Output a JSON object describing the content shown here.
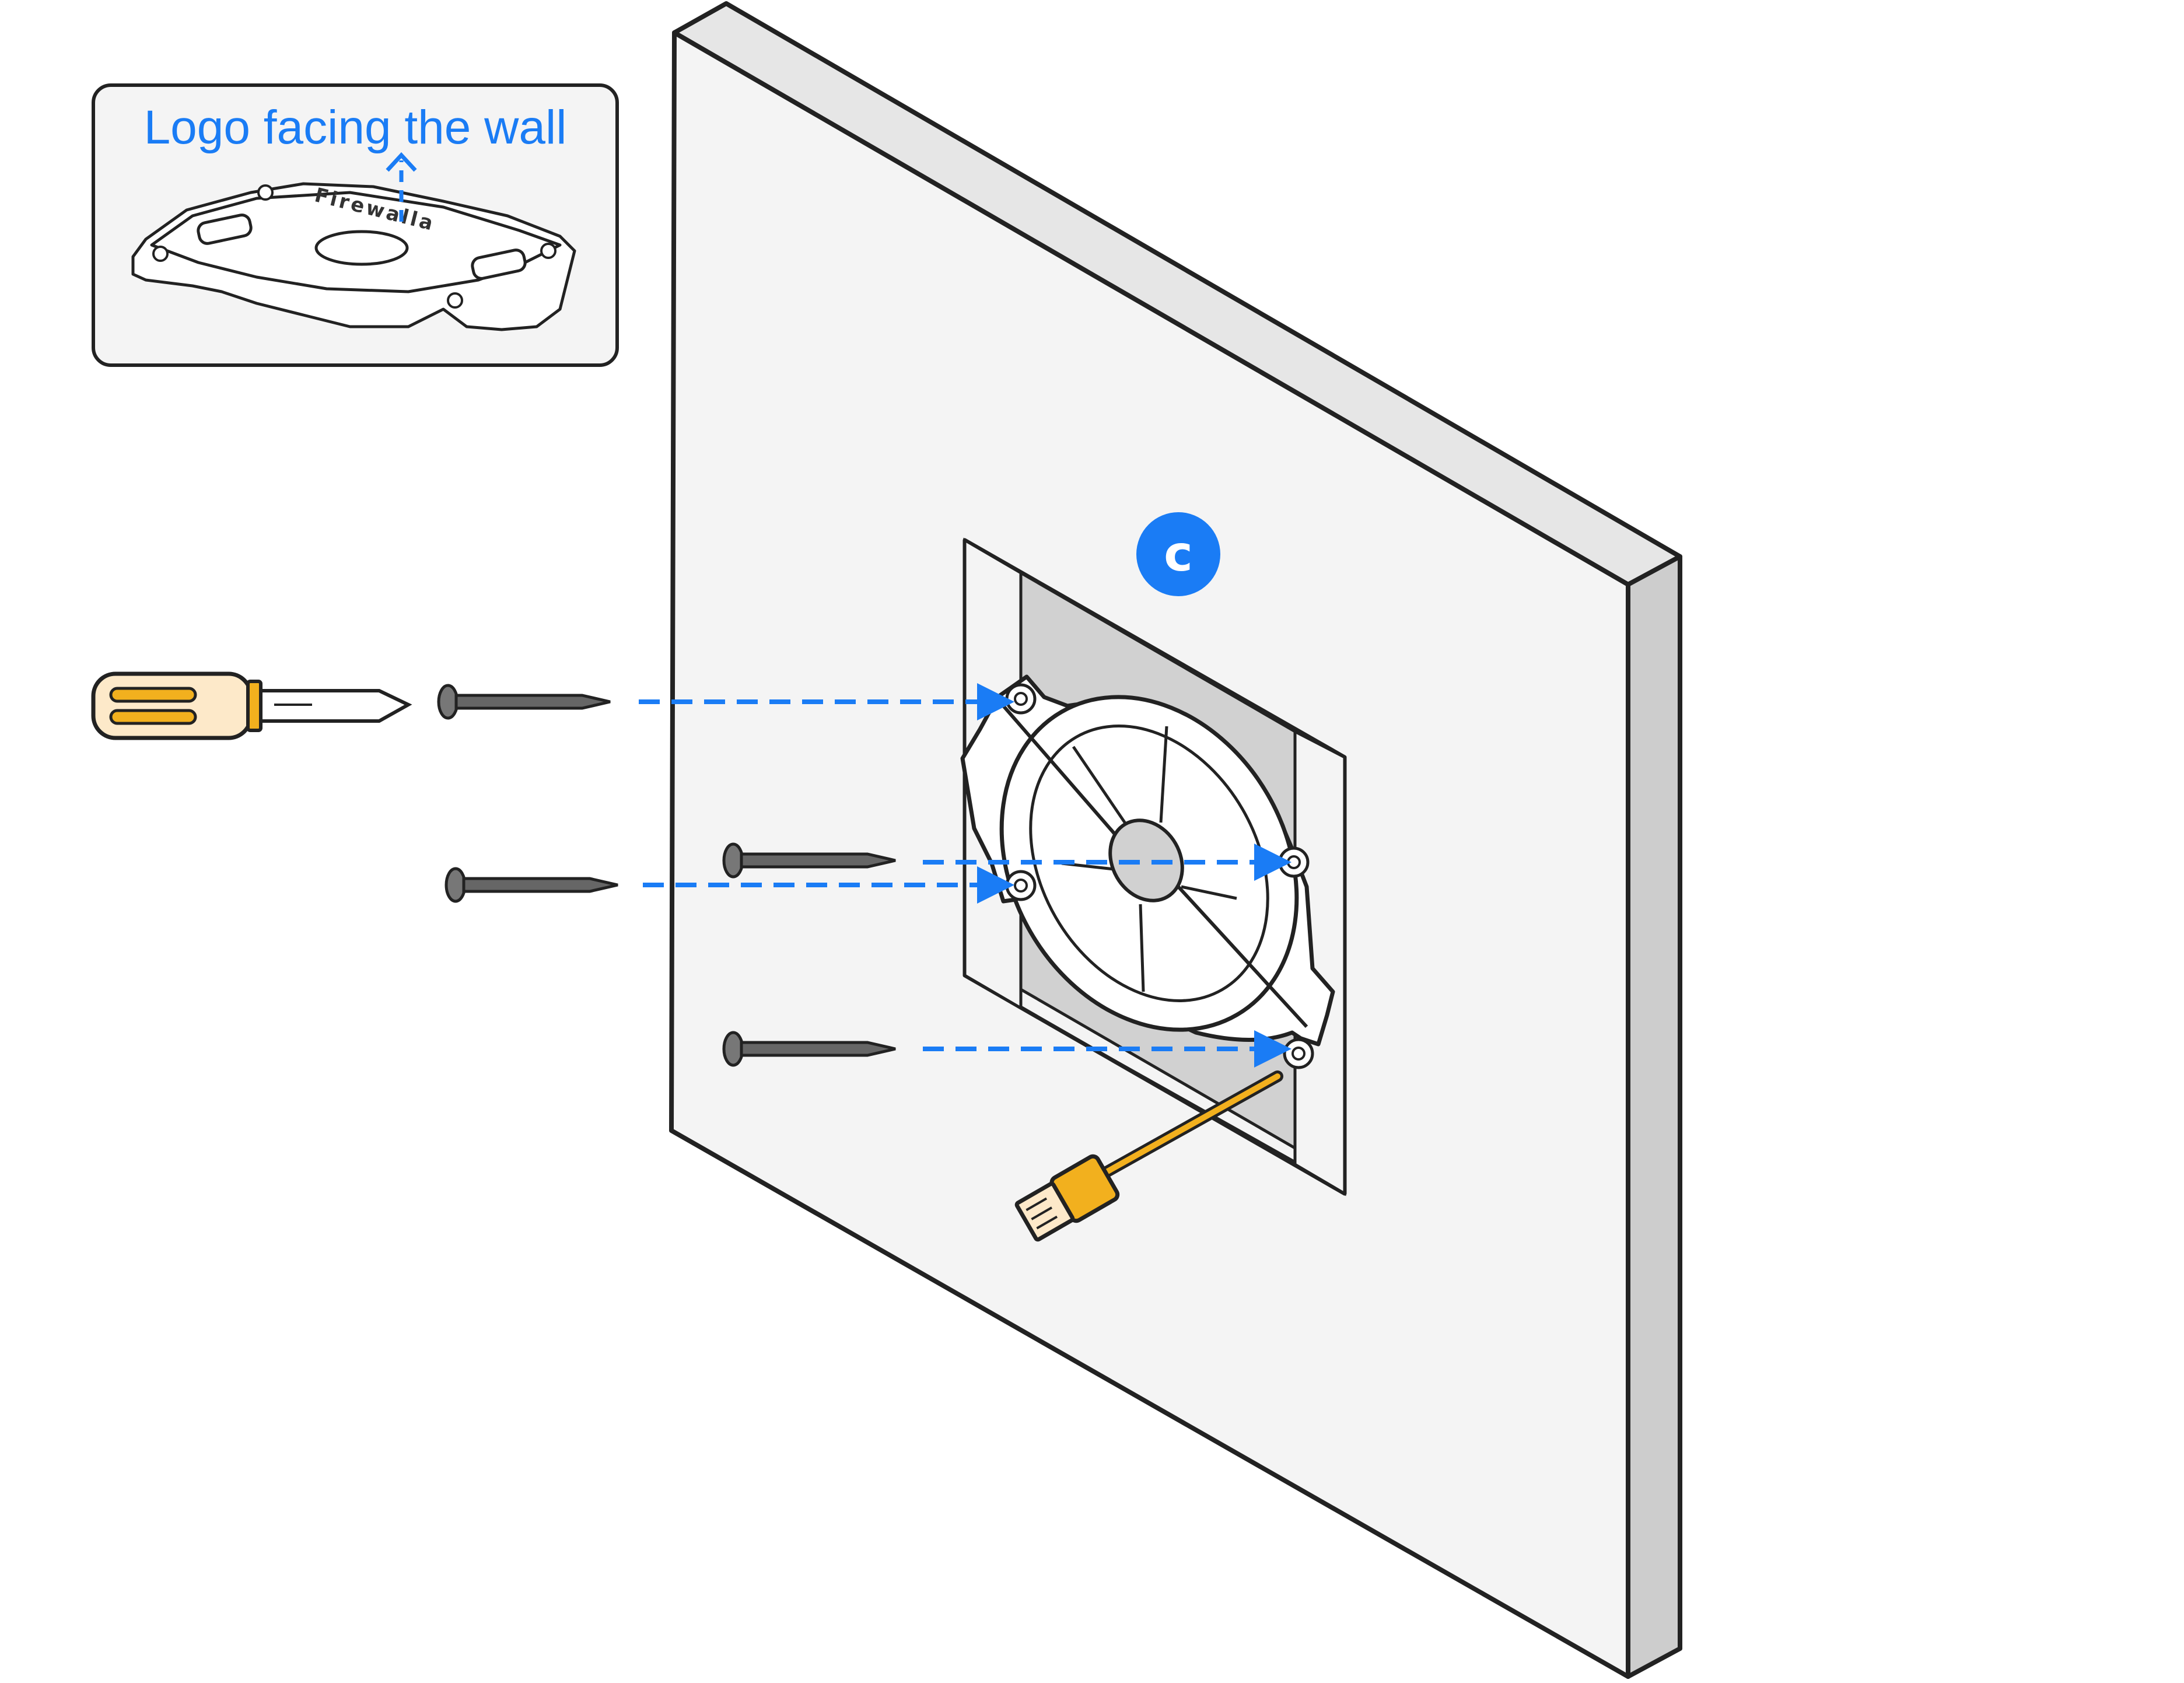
{
  "inset": {
    "caption": "Logo facing the wall",
    "brand": "Firewalla"
  },
  "step": {
    "label": "c"
  },
  "colors": {
    "accent_blue": "#1a7cf5",
    "wall_face": "#f4f4f4",
    "wall_edge": "#cdcdcd",
    "cutout_shadow": "#d1d1d1",
    "cable_yellow": "#f2b01e",
    "screwdriver_handle": "#fde9c9",
    "outline": "#222222"
  },
  "icons": {
    "screwdriver": "screwdriver-icon",
    "screw": "screw-icon",
    "ethernet_cable": "ethernet-cable-icon",
    "mount_bracket": "mount-bracket-icon"
  }
}
